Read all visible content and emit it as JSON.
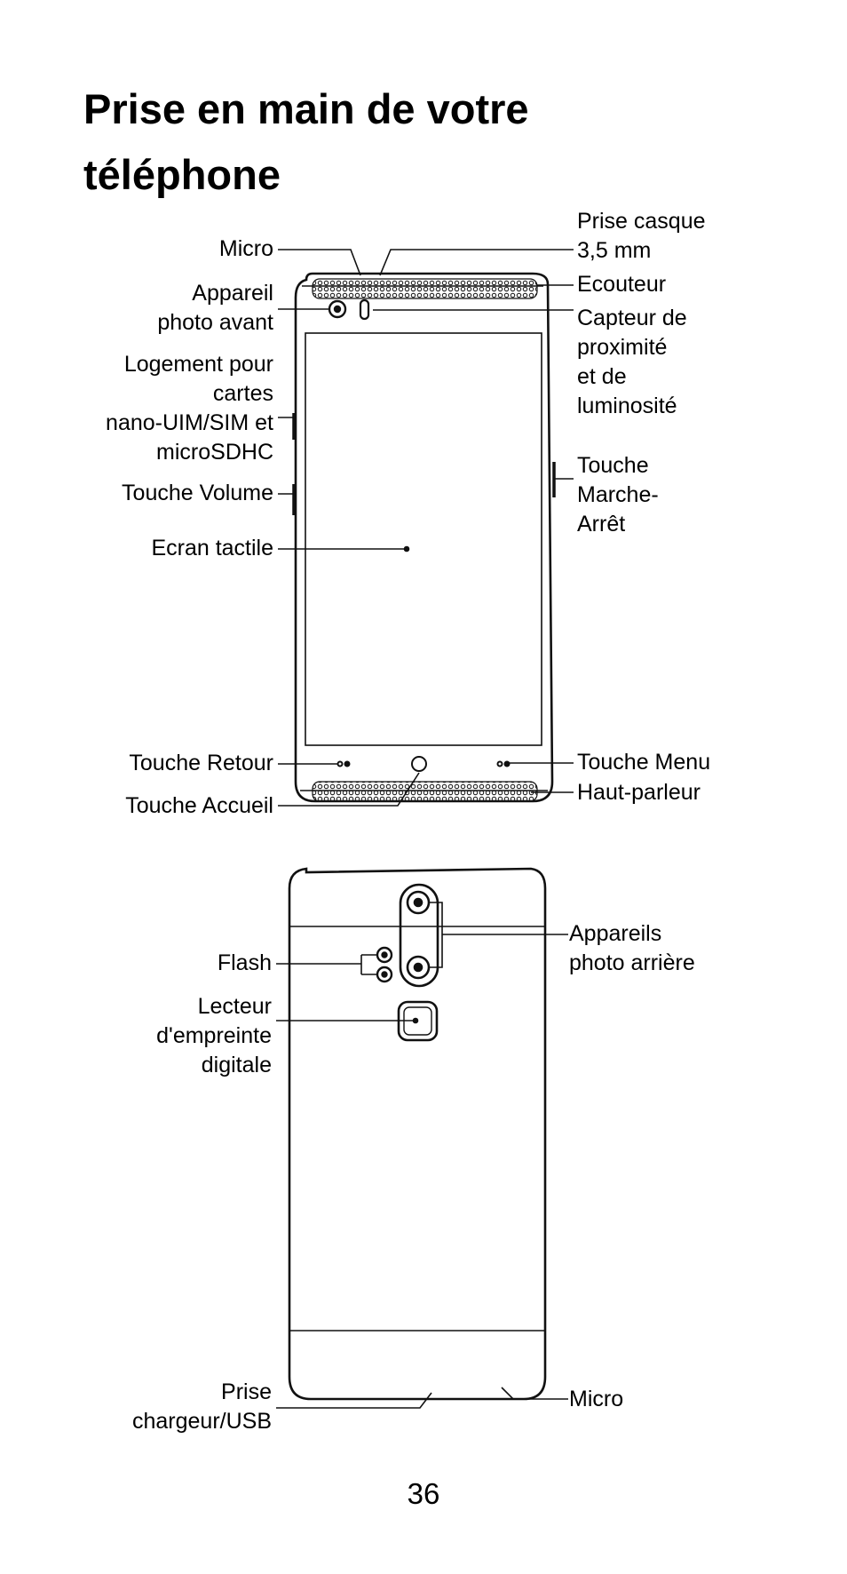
{
  "page": {
    "title_line1": "Prise en main de votre",
    "title_line2": "téléphone",
    "page_number": "36"
  },
  "front_labels": {
    "micro": "Micro",
    "appareil_photo_avant": "Appareil\nphoto avant",
    "logement_cartes": "Logement pour\ncartes\nnano-UIM/SIM et\nmicroSDHC",
    "touche_volume": "Touche Volume",
    "ecran_tactile": "Ecran tactile",
    "touche_retour": "Touche Retour",
    "touche_accueil": "Touche Accueil",
    "prise_casque": "Prise casque\n3,5 mm",
    "ecouteur": "Ecouteur",
    "capteur": "Capteur de\nproximité\net de\nluminosité",
    "touche_marche_arret": "Touche\nMarche-\nArrêt",
    "touche_menu": "Touche Menu",
    "haut_parleur": "Haut-parleur"
  },
  "back_labels": {
    "flash": "Flash",
    "lecteur_empreinte": "Lecteur\nd'empreinte\ndigitale",
    "appareils_photo_arriere": "Appareils\nphoto arrière",
    "prise_chargeur_usb": "Prise\nchargeur/USB",
    "micro": "Micro"
  }
}
